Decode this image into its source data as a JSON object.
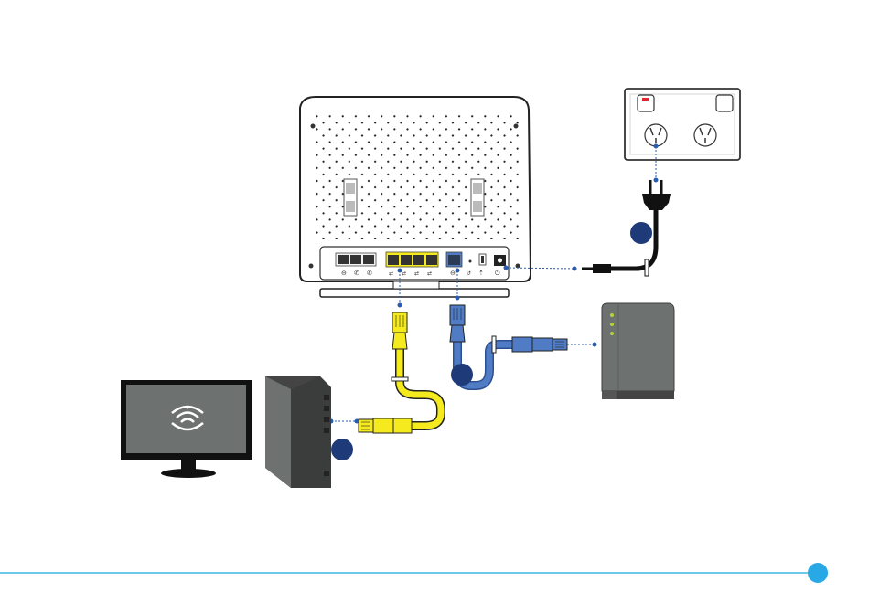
{
  "diagram": {
    "router": {
      "port_groups": {
        "phone_label": "",
        "phone2_label": "",
        "ethernet_label": "",
        "wan_label": "",
        "reset_label": "",
        "usb_label": "",
        "power_label": ""
      }
    },
    "step_markers": [
      {
        "id": "power",
        "text": ""
      },
      {
        "id": "wan",
        "text": ""
      },
      {
        "id": "computer",
        "text": ""
      },
      {
        "id": "page",
        "text": ""
      }
    ],
    "colors": {
      "ethernet_cable": "#f4ea1e",
      "wan_cable": "#4f7cc4",
      "device_gray": "#6d716f",
      "marker_navy": "#1e3a78",
      "footer_line": "#3cb7e6",
      "footer_dot": "#29a8e6",
      "connector_dots": "#2a5db0"
    },
    "icons": [
      "router-icon",
      "power-outlet-icon",
      "power-plug-icon",
      "modem-icon",
      "monitor-icon",
      "wifi-icon",
      "computer-tower-icon"
    ]
  }
}
